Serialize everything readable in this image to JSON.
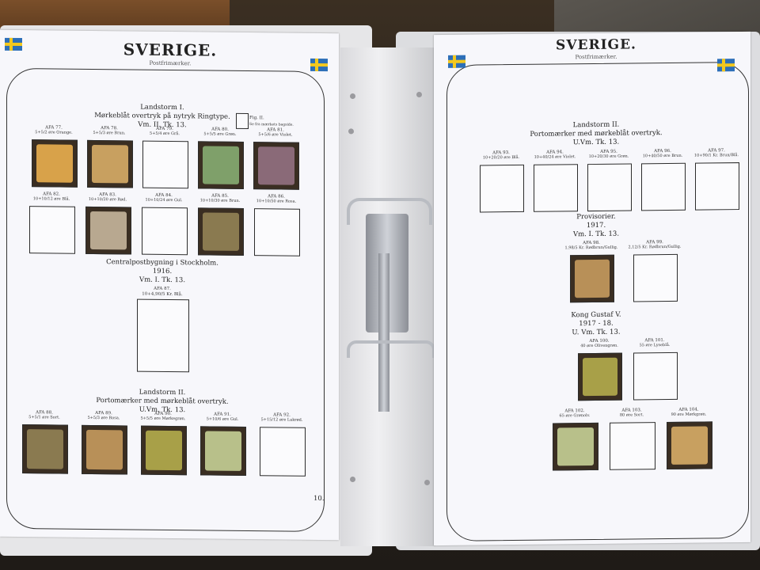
{
  "left_page": {
    "title": "SVERIGE.",
    "subtitle": "Postfrimærker.",
    "legend_title": "Fig. II.",
    "legend_text": "Se fra mærkets bagside.",
    "section1": {
      "line1": "Landstorm I.",
      "line2": "Mørkeblåt overtryk på nytryk Ringtype.",
      "line3": "Vm. II. Tk. 13."
    },
    "row1": [
      {
        "afa": "AFA 77.",
        "desc": "5+5/2 øre Orange.",
        "filled": true
      },
      {
        "afa": "AFA 78.",
        "desc": "5+5/3 øre Brun.",
        "filled": true
      },
      {
        "afa": "AFA 79.",
        "desc": "5+5/4 øre Grå.",
        "filled": false
      },
      {
        "afa": "AFA 80.",
        "desc": "5+5/5 øre Grøn.",
        "filled": true
      },
      {
        "afa": "AFA 81.",
        "desc": "5+5/6 øre Violet.",
        "filled": true
      }
    ],
    "row2": [
      {
        "afa": "AFA 82.",
        "desc": "10+10/12 øre Blå.",
        "filled": false
      },
      {
        "afa": "AFA 83.",
        "desc": "10+10/20 øre Rød.",
        "filled": true
      },
      {
        "afa": "AFA 84.",
        "desc": "10+10/24 øre Gul.",
        "filled": false
      },
      {
        "afa": "AFA 85.",
        "desc": "10+10/30 øre Brun.",
        "filled": true
      },
      {
        "afa": "AFA 86.",
        "desc": "10+10/50 øre Rosa.",
        "filled": false
      }
    ],
    "section2": {
      "line1": "Centralpostbygning i Stockholm.",
      "line2": "1916.",
      "line3": "Vm. I. Tk. 13.",
      "afa": "AFA 87.",
      "desc": "10+4,90/5 Kr. Blå."
    },
    "section3": {
      "line1": "Landstorm II.",
      "line2": "Portomærker med mørkeblåt overtryk.",
      "line3": "U.Vm. Tk. 13."
    },
    "row3": [
      {
        "afa": "AFA 88.",
        "desc": "5+5/1 øre Sort.",
        "filled": true
      },
      {
        "afa": "AFA 89.",
        "desc": "5+5/3 øre Rosa.",
        "filled": true
      },
      {
        "afa": "AFA 90.",
        "desc": "5+5/5 øre Mørkegrøn.",
        "filled": true
      },
      {
        "afa": "AFA 91.",
        "desc": "5+10/6 øre Gul.",
        "filled": true
      },
      {
        "afa": "AFA 92.",
        "desc": "5+15/12 øre Lakrød.",
        "filled": false
      }
    ],
    "page_number": "10."
  },
  "right_page": {
    "title": "SVERIGE.",
    "subtitle": "Postfrimærker.",
    "section1": {
      "line1": "Landstorm II.",
      "line2": "Portomærker med mørkeblåt overtryk.",
      "line3": "U.Vm. Tk. 13."
    },
    "row1": [
      {
        "afa": "AFA 93.",
        "desc": "10+20/20 øre Blå."
      },
      {
        "afa": "AFA 94.",
        "desc": "10+40/24 øre Violet."
      },
      {
        "afa": "AFA 95.",
        "desc": "10+20/30 øre Grøn."
      },
      {
        "afa": "AFA 96.",
        "desc": "10+40/50 øre Brun."
      },
      {
        "afa": "AFA 97.",
        "desc": "10+90/1 Kr. Brun/Blå."
      }
    ],
    "section2": {
      "line1": "Provisorier.",
      "line2": "1917.",
      "line3": "Vm. I. Tk. 13."
    },
    "row2": [
      {
        "afa": "AFA 98.",
        "desc": "1,98/5 Kr. Rødbrun/Gullig.",
        "filled": true
      },
      {
        "afa": "AFA 99.",
        "desc": "2,12/5 Kr. Rødbrun/Gullig.",
        "filled": false
      }
    ],
    "section3": {
      "line1": "Kong Gustaf V.",
      "line2": "1917 - 18.",
      "line3": "U. Vm. Tk. 13."
    },
    "row3": [
      {
        "afa": "AFA 100.",
        "desc": "40 øre Olivengrøn.",
        "filled": true
      },
      {
        "afa": "AFA 101.",
        "desc": "55 øre Lyseblå.",
        "filled": false
      }
    ],
    "row4": [
      {
        "afa": "AFA 102.",
        "desc": "65 øre Grønolv.",
        "filled": true
      },
      {
        "afa": "AFA 103.",
        "desc": "80 øre Sort.",
        "filled": false
      },
      {
        "afa": "AFA 104.",
        "desc": "90 øre Mørkgrøn.",
        "filled": true
      }
    ]
  },
  "colors": {
    "page": "#f7f7fb",
    "frame": "#333333",
    "flag_blue": "#2d6fb8",
    "flag_yellow": "#f3c81e"
  }
}
